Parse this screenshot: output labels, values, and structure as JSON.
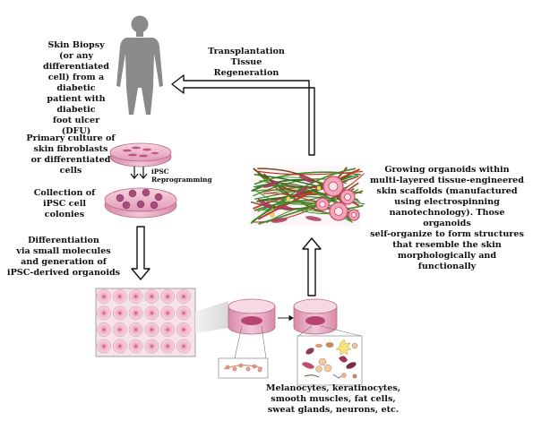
{
  "labels": {
    "skin_biopsy": "Skin Biopsy\n(or any differentiated\ncell) from a diabetic\npatient with diabetic\nfoot ulcer (DFU)",
    "transplantation": "Transplantation\nTissue Regeneration",
    "primary_culture": "Primary culture of\nskin fibroblasts\nor differentiated cells",
    "ipsc_reprogramming": "iPSC\nReprogramming",
    "collection": "Collection of\niPSC cell colonies",
    "differentiation": "Differentiation\nvia small molecules\nand generation of\niPSC-derived organoids",
    "growing": "Growing organoids within\nmulti-layered tissue-engineered\nskin scaffolds (manufactured\nusing electrospinning\nnanotechnology). Those organoids\nself-organize to form structures\nthat resemble the skin\nmorphologically and functionally",
    "cell_types": "Melanocytes, keratinocytes,\nsmooth muscles, fat cells,\nsweat glands, neurons, etc."
  },
  "colors": {
    "human_silhouette": "#8a8a8a",
    "dish_pink": "#e8a6c0",
    "colony_dark": "#a64c7a",
    "arrow": "#111111",
    "fiber_green": "#3f8a2a",
    "fiber_red": "#c0392b"
  }
}
